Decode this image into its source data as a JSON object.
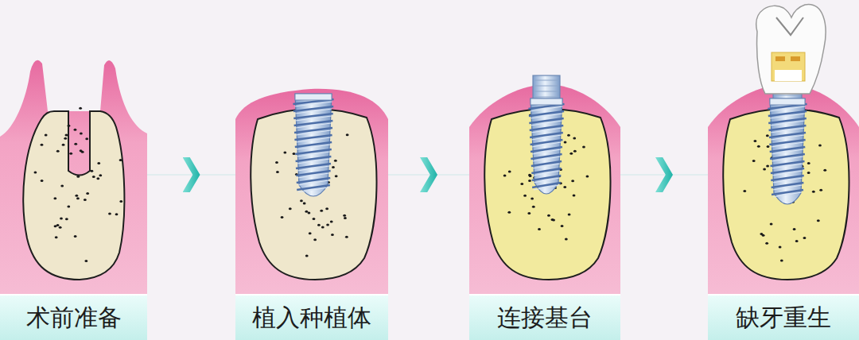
{
  "diagram": {
    "nodes": [
      {
        "text": [
          "术前准备"
        ]
      },
      {
        "text": [
          "植入种植体"
        ]
      },
      {
        "text": [
          "连接基台"
        ]
      },
      {
        "text": [
          "缺牙重生"
        ]
      }
    ],
    "edges": [
      {
        "from": 0,
        "to": 1,
        "arrow": "to"
      },
      {
        "from": 1,
        "to": 2,
        "arrow": "to"
      },
      {
        "from": 2,
        "to": 3,
        "arrow": "to"
      }
    ]
  }
}
